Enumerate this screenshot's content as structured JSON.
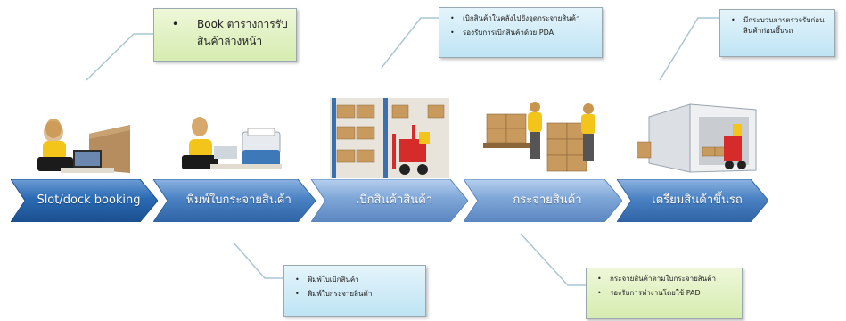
{
  "steps": [
    {
      "label": "Slot/dock booking",
      "picture": "woman-at-computer-booking-icon"
    },
    {
      "label": "พิมพ์ใบกระจายสินค้า",
      "picture": "woman-printing-icon"
    },
    {
      "label": "เบิกสินค้าสินค้า",
      "picture": "forklift-warehouse-icon"
    },
    {
      "label": "กระจายสินค้า",
      "picture": "workers-carrying-boxes-icon"
    },
    {
      "label": "เตรียมสินค้าขึ้นรถ",
      "picture": "truck-loading-icon"
    }
  ],
  "callouts": {
    "booking": {
      "items": [
        "Book ตารางการรับสินค้าล่วงหน้า"
      ]
    },
    "picking": {
      "items": [
        "เบิกสินค้าในคลังไปยังจุดกระจายสินค้า",
        "รองรับการเบิกสินค้าด้วย PDA"
      ]
    },
    "loading": {
      "items": [
        "มีกระบวนการตรวจรับก่อนสินค้าก่อนขึ้นรถ"
      ]
    },
    "printing": {
      "items": [
        "พิมพ์ใบเบิกสินค้า",
        "พิมพ์ใบกระจายสินค้า"
      ]
    },
    "distribution": {
      "items": [
        "กระจายสินค้าตามใบกระจายสินค้า",
        "รองรับการทำงานโดยใช้ PAD"
      ]
    }
  },
  "colors": {
    "chevron_dark": "#1e5fa8",
    "chevron_light": "#8fb4df",
    "callout_green": "#d6ecb0",
    "callout_blue": "#bfe4f4"
  }
}
